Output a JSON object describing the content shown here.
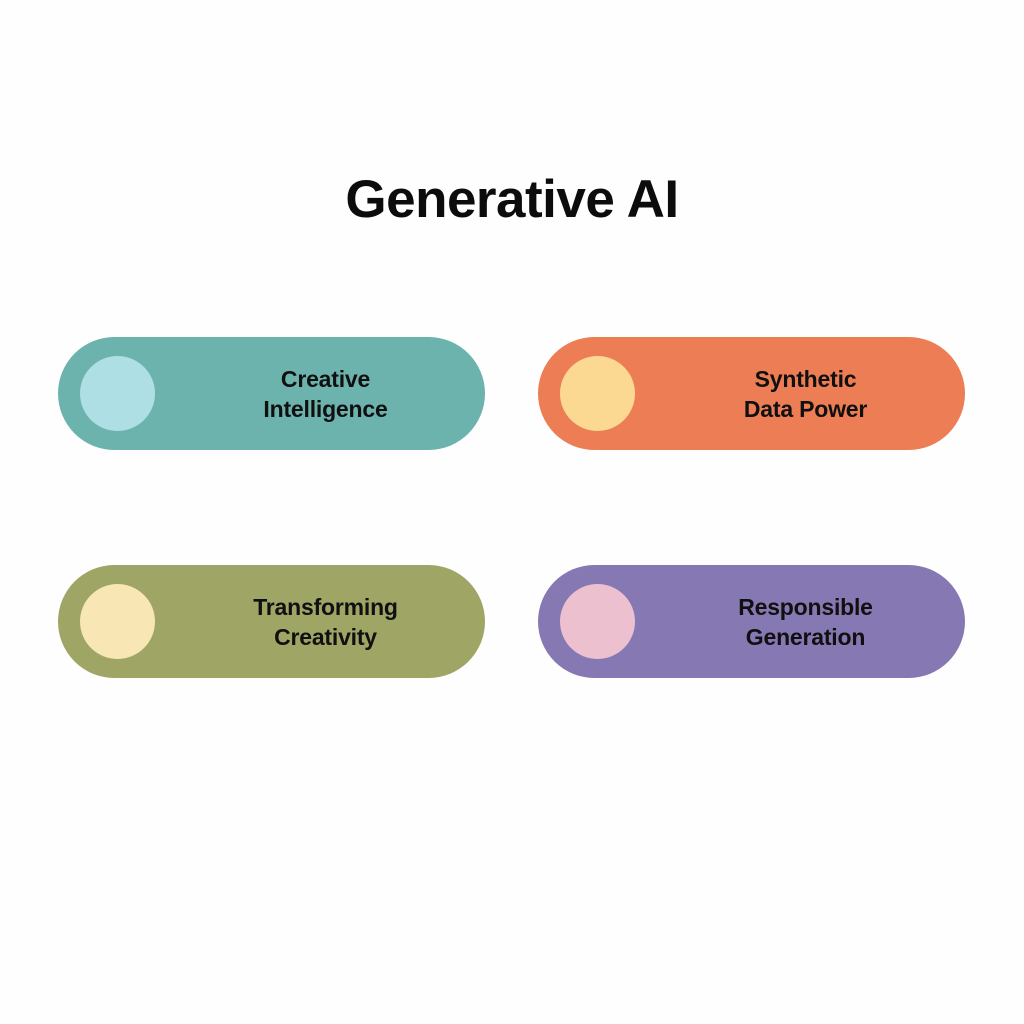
{
  "page": {
    "title": "Generative AI",
    "background_color": "#fefefe",
    "title_color": "#0c0c0c"
  },
  "pills": [
    {
      "id": "creative-intelligence",
      "line1": "Creative",
      "line2": "Intelligence",
      "pill_color": "#6db3ad",
      "dot_color": "#addfe5",
      "text_color": "#101010"
    },
    {
      "id": "synthetic-data-power",
      "line1": "Synthetic",
      "line2": "Data Power",
      "pill_color": "#ec7d55",
      "dot_color": "#fcd993",
      "text_color": "#101010"
    },
    {
      "id": "transforming-creativity",
      "line1": "Transforming",
      "line2": "Creativity",
      "pill_color": "#9ea565",
      "dot_color": "#f8e6b4",
      "text_color": "#101010"
    },
    {
      "id": "responsible-generation",
      "line1": "Responsible",
      "line2": "Generation",
      "pill_color": "#8678b3",
      "dot_color": "#edc0cf",
      "text_color": "#101010"
    }
  ]
}
